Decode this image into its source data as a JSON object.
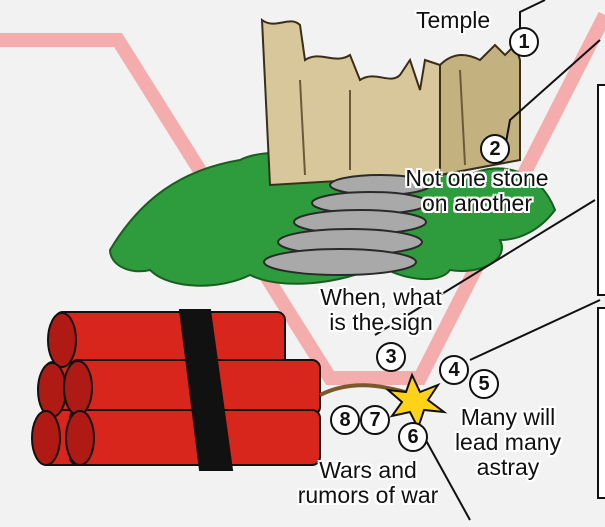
{
  "labels": {
    "temple": "Temple",
    "stone_line1": "Not one stone",
    "stone_line2": "on another",
    "sign_line1": "When, what",
    "sign_line2": "is the sign",
    "astray_line1": "Many will",
    "astray_line2": "lead many",
    "astray_line3": "astray",
    "wars_line1": "Wars and",
    "wars_line2": "rumors of war"
  },
  "markers": [
    "1",
    "2",
    "3",
    "4",
    "5",
    "6",
    "7",
    "8"
  ],
  "colors": {
    "background": "#f2f2f2",
    "path": "#f4a0a0",
    "ruins": "#d8c79a",
    "bush": "#2e9c3c",
    "steps": "#a9a9a9",
    "dynamite": "#d9261c",
    "band": "#111111",
    "spark": "#ffd21a"
  }
}
